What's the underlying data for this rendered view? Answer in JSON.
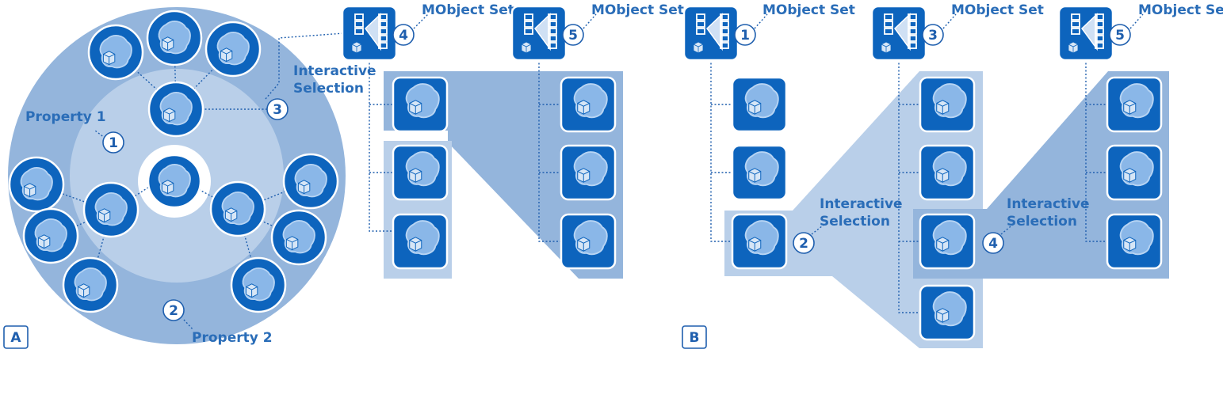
{
  "panel_a": {
    "label": "A",
    "property1": "Property 1",
    "property2": "Property 2",
    "interactive_selection_line1": "Interactive",
    "interactive_selection_line2": "Selection",
    "set4_title": "MObject Set",
    "set5_title": "MObject Set",
    "markers": [
      "1",
      "2",
      "3",
      "4",
      "5"
    ]
  },
  "panel_b": {
    "label": "B",
    "set1_title": "MObject Set",
    "set3_title": "MObject Set",
    "set5_title": "MObject Set",
    "interactive_selection_a_line1": "Interactive",
    "interactive_selection_a_line2": "Selection",
    "interactive_selection_b_line1": "Interactive",
    "interactive_selection_b_line2": "Selection",
    "markers": [
      "1",
      "2",
      "3",
      "4",
      "5"
    ]
  },
  "colors": {
    "outer_ring": "#94b5dc",
    "inner_ring": "#b9cfe9",
    "node": "#0d64bd",
    "text": "#2a6db8",
    "selection_panel": "#94b5dc",
    "selection_panel_light": "#b9cfe9"
  },
  "icons": [
    "mobject-node-icon",
    "mobject-set-icon",
    "cube-icon",
    "blob-icon"
  ]
}
